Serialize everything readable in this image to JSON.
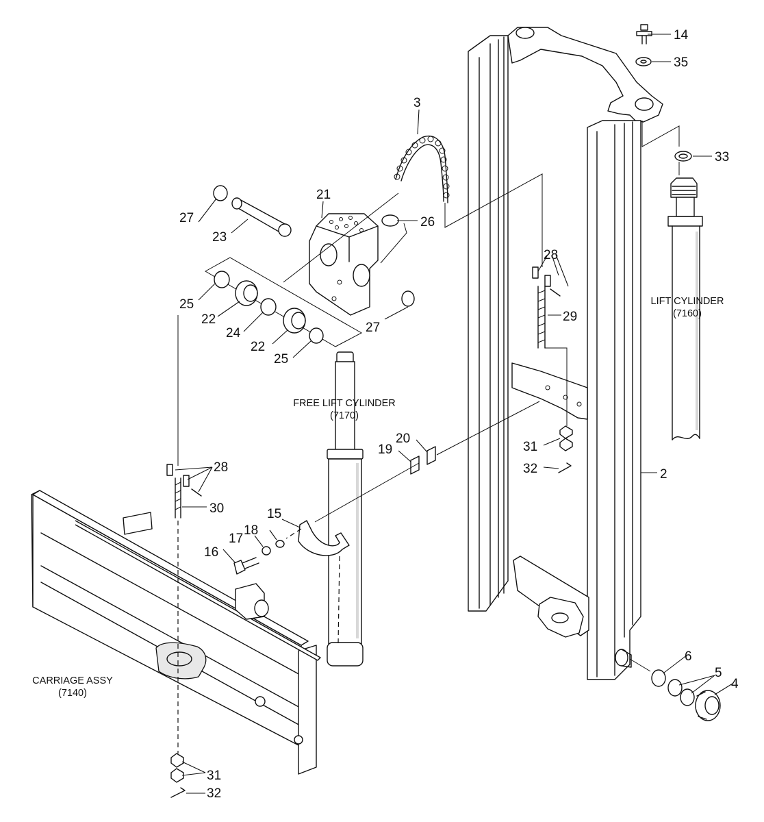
{
  "callouts": {
    "c2": "2",
    "c3": "3",
    "c4": "4",
    "c5": "5",
    "c6": "6",
    "c14": "14",
    "c15": "15",
    "c16": "16",
    "c17": "17",
    "c18": "18",
    "c19": "19",
    "c20": "20",
    "c21": "21",
    "c22a": "22",
    "c22b": "22",
    "c23": "23",
    "c24": "24",
    "c25a": "25",
    "c25b": "25",
    "c26": "26",
    "c27a": "27",
    "c27b": "27",
    "c28a": "28",
    "c28b": "28",
    "c29": "29",
    "c30": "30",
    "c31a": "31",
    "c31b": "31",
    "c32a": "32",
    "c32b": "32",
    "c33": "33",
    "c35": "35"
  },
  "captions": {
    "lift_cylinder": {
      "name": "LIFT CYLINDER",
      "ref": "(7160)"
    },
    "free_lift_cylinder": {
      "name": "FREE LIFT CYLINDER",
      "ref": "(7170)"
    },
    "carriage_assy": {
      "name": "CARRIAGE ASSY",
      "ref": "(7140)"
    }
  }
}
